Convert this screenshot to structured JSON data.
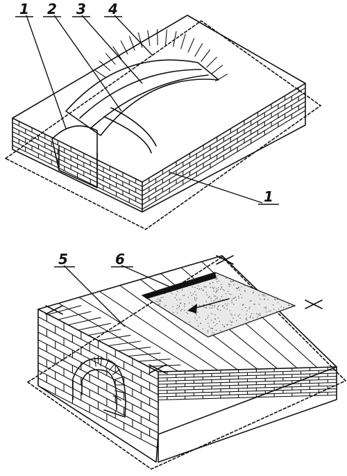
{
  "figure": {
    "top_labels": [
      "1",
      "2",
      "3",
      "4",
      "1"
    ],
    "bottom_labels": [
      "5",
      "6"
    ]
  },
  "colors": {
    "ink": "#111111",
    "background": "#ffffff",
    "stipple": "#555555"
  }
}
